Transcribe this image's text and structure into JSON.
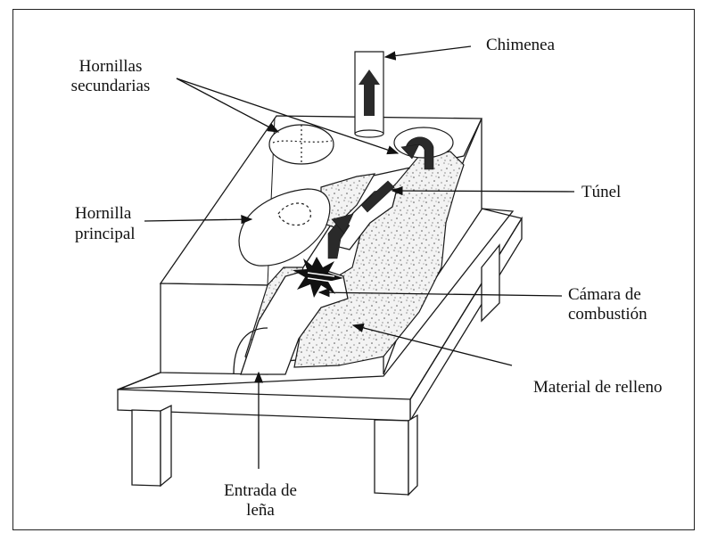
{
  "diagram": {
    "labels": {
      "chimenea": "Chimenea",
      "hornillas_secundarias_1": "Hornillas",
      "hornillas_secundarias_2": "secundarias",
      "tunel": "Túnel",
      "hornilla_principal_1": "Hornilla",
      "hornilla_principal_2": "principal",
      "camara_1": "Cámara de",
      "camara_2": "combustión",
      "material_relleno": "Material de relleno",
      "entrada_1": "Entrada de",
      "entrada_2": "leña"
    },
    "colors": {
      "line": "#1a1a1a",
      "fill": "#ffffff",
      "speckle": "#555555",
      "arrow_dark": "#2a2a2a"
    }
  }
}
